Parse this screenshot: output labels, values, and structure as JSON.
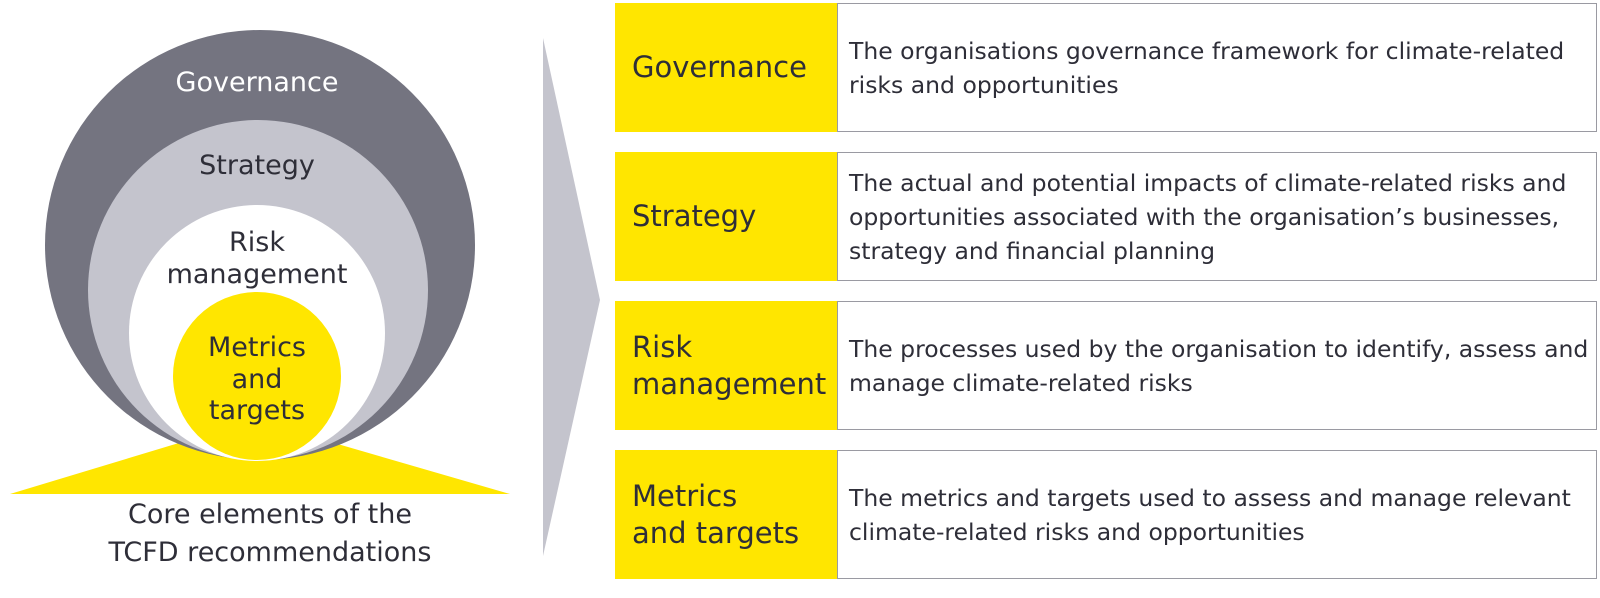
{
  "colors": {
    "outer_ring": "#747480",
    "middle_ring": "#c4c4cd",
    "inner_ring": "#ffffff",
    "core": "#ffe600",
    "accent_yellow": "#ffe600",
    "arrow": "#c4c4cd",
    "text_dark": "#2e2e38"
  },
  "rings": {
    "governance": "Governance",
    "strategy": "Strategy",
    "risk_line1": "Risk",
    "risk_line2": "management",
    "metrics_line1": "Metrics",
    "metrics_line2": "and",
    "metrics_line3": "targets"
  },
  "caption": {
    "line1": "Core elements of the",
    "line2": "TCFD recommendations"
  },
  "rows": [
    {
      "name": "Governance",
      "description": "The organisations governance framework for climate-related risks and opportunities"
    },
    {
      "name": "Strategy",
      "description": "The actual and potential impacts of climate-related risks and opportunities associated with the organisation’s businesses, strategy and financial planning"
    },
    {
      "name": "Risk\nmanagement",
      "description": "The processes used by the organisation to identify, assess and manage climate-related risks"
    },
    {
      "name": "Metrics\nand targets",
      "description": "The metrics and targets used to assess and manage relevant climate-related risks and opportunities"
    }
  ]
}
